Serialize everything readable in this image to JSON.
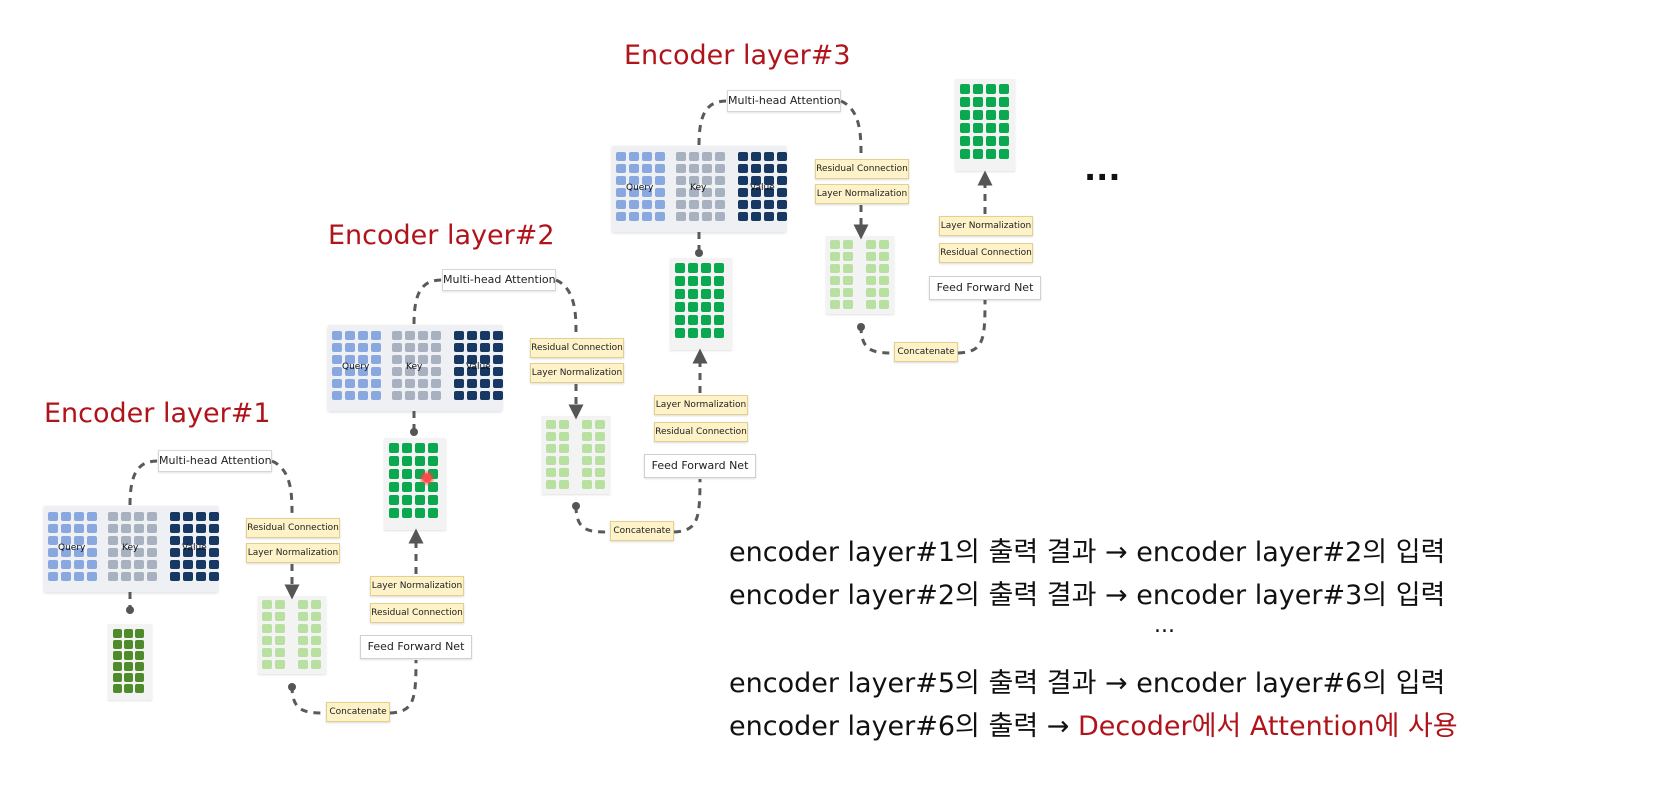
{
  "layers": [
    {
      "title": "Encoder layer#1",
      "attention_label": "Multi-head Attention",
      "query_label": "Query",
      "key_label": "Key",
      "value_label": "Value",
      "residual_label": "Residual Connection",
      "layernorm_label": "Layer Normalization",
      "concat_label": "Concatenate",
      "ffn_label": "Feed Forward Net",
      "ffn_layernorm_label": "Layer Normalization",
      "ffn_residual_label": "Residual Connection",
      "output_color": "#4f8a2b"
    },
    {
      "title": "Encoder layer#2",
      "attention_label": "Multi-head Attention",
      "query_label": "Query",
      "key_label": "Key",
      "value_label": "Value",
      "residual_label": "Residual Connection",
      "layernorm_label": "Layer Normalization",
      "concat_label": "Concatenate",
      "ffn_label": "Feed Forward Net",
      "ffn_layernorm_label": "Layer Normalization",
      "ffn_residual_label": "Residual Connection",
      "output_color": "#0aa84f"
    },
    {
      "title": "Encoder layer#3",
      "attention_label": "Multi-head Attention",
      "query_label": "Query",
      "key_label": "Key",
      "value_label": "Value",
      "residual_label": "Residual Connection",
      "layernorm_label": "Layer Normalization",
      "concat_label": "Concatenate",
      "ffn_label": "Feed Forward Net",
      "ffn_layernorm_label": "Layer Normalization",
      "ffn_residual_label": "Residual Connection",
      "output_color": "#0aa84f"
    }
  ],
  "more_layers": "...",
  "colors": {
    "query": "#8aa8e0",
    "key": "#a8b1c0",
    "value": "#173862",
    "attention_out": "#b8e0a0",
    "final_out": "#0aa84f",
    "title_red": "#b0141b"
  },
  "notes": {
    "line1": "encoder layer#1의 출력 결과 → encoder layer#2의 입력",
    "line2": "encoder layer#2의 출력 결과 → encoder layer#3의 입력",
    "ellipsis": "...",
    "line3": "encoder layer#5의 출력 결과 → encoder layer#6의 입력",
    "line4_prefix": "encoder layer#6의 출력 → ",
    "line4_highlight": "Decoder에서 Attention에 사용"
  }
}
